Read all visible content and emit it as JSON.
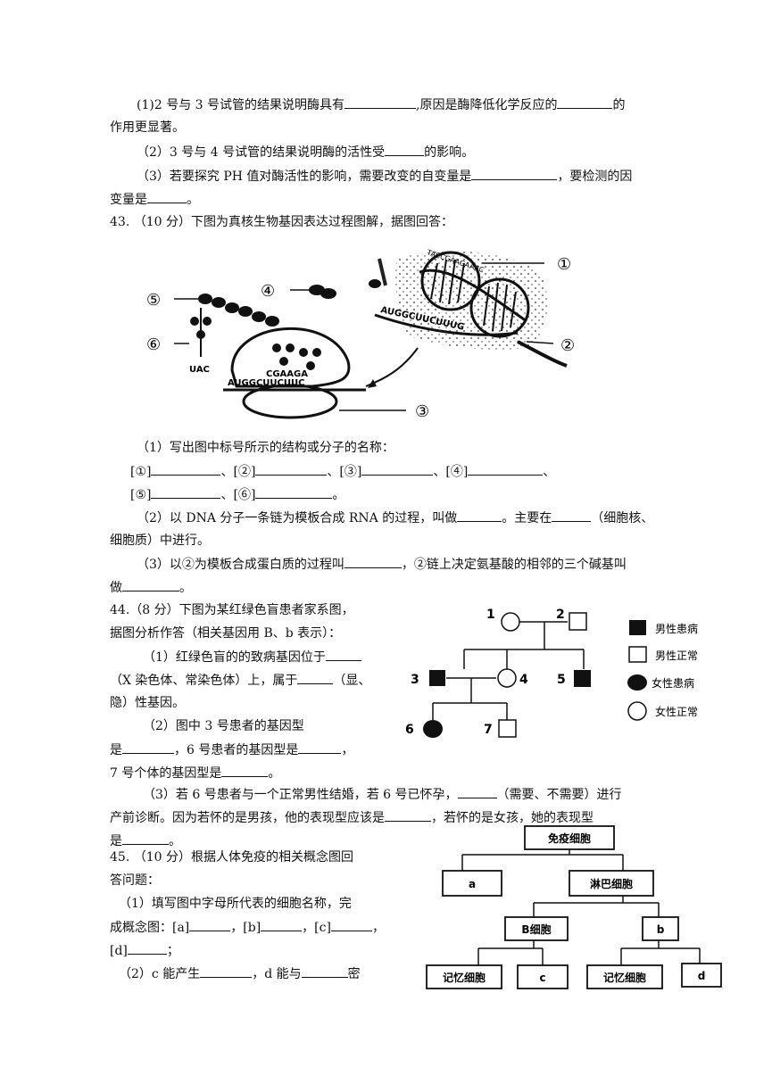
{
  "q42": {
    "p1a": "(1)2 号与 3 号试管的结果说明酶具有",
    "p1b": ",原因是酶降低化学反应的",
    "p1c": "的",
    "p1d": "作用更显著。",
    "p2a": "（2）3 号与 4 号试管的结果说明酶的活性受",
    "p2b": "的影响。",
    "p3a": "（3）若要探究 PH 值对酶活性的影响，需要改变的自变量是",
    "p3b": "，要检测的因",
    "p3c": "变量是",
    "p3d": "。"
  },
  "q43": {
    "title": "43. （10 分）下图为真核生物基因表达过程图解，据图回答：",
    "labels": [
      "①",
      "②",
      "③",
      "④",
      "⑤",
      "⑥"
    ],
    "seq_mrna": "AUGGCUUCUUUG",
    "seq_mrna2": "AUGGCUUCUUC",
    "seq_trna": "CGAAGA",
    "seq_anticodon": "UAC",
    "seq_dna": "TACCGAAGAAAC",
    "p1": "（1）写出图中标号所示的结构或分子的名称：",
    "r1": [
      "[①]",
      "、[②]",
      "、[③]",
      "、[④]",
      "、"
    ],
    "r2": [
      "[⑤]",
      "、[⑥]",
      "。"
    ],
    "p2a": "（2）以 DNA 分子一条链为模板合成 RNA 的过程，叫做",
    "p2b": "。主要在",
    "p2c": "（细胞核、",
    "p2d": "细胞质）中进行。",
    "p3a": "（3）以②为模板合成蛋白质的过程叫",
    "p3b": "，②链上决定氨基酸的相邻的三个碱基叫",
    "p3c": "做",
    "p3d": "。"
  },
  "q44": {
    "title": "44.（8 分）下图为某红绿色盲患者家系图，",
    "l2": "据图分析作答（相关基因用 B、b 表示）：",
    "l3": "（1）红绿色盲的的致病基因位于",
    "l4a": "（X 染色体、常染色体）上，属于",
    "l4b": "（显、",
    "l5": "隐）性基因。",
    "l6": "（2）图中 3 号患者的基因型",
    "l7a": "是",
    "l7b": "，6 号患者的基因型是",
    "l7c": "，",
    "l8a": "7 号个体的基因型是",
    "l8b": "。",
    "l9a": "（3）若 6 号患者与一个正常男性结婚，若 6 号已怀孕，",
    "l9b": "（需要、不需要）进行",
    "l10a": "产前诊断。因为若怀的是男孩，他的表现型应该是",
    "l10b": "，若怀的是女孩，她的表现型",
    "l11a": "是",
    "l11b": "。",
    "nums": [
      "1",
      "2",
      "3",
      "4",
      "5",
      "6",
      "7"
    ],
    "legend": [
      "男性患病",
      "男性正常",
      "女性患病",
      "女性正常"
    ]
  },
  "q45": {
    "title": "45. （10 分）根据人体免疫的相关概念图回",
    "l2": "答问题：",
    "l3": "（1）填写图中字母所代表的细胞名称，完",
    "l4a": "成概念图：[a]",
    "l4b": "，[b]",
    "l4c": "，[c]",
    "l4d": "，",
    "l5a": "[d]",
    "l5b": "；",
    "l6a": "（2）c 能产生",
    "l6b": "，d 能与",
    "l6c": "密",
    "boxes": [
      "免疫细胞",
      "a",
      "淋巴细胞",
      "B细胞",
      "b",
      "记忆细胞",
      "c",
      "记忆细胞",
      "d"
    ]
  }
}
